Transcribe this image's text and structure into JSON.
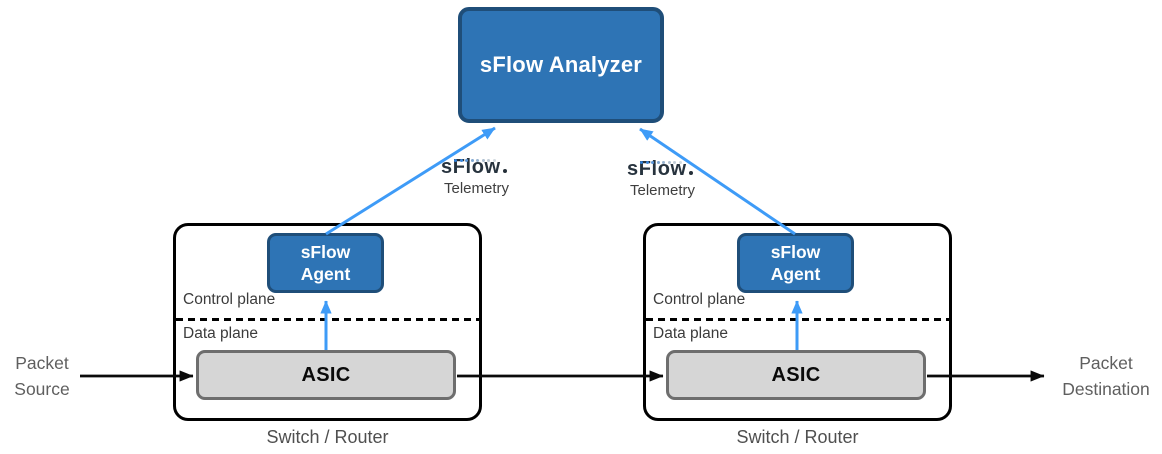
{
  "analyzer": {
    "label": "sFlow Analyzer"
  },
  "telemetry": {
    "logo_text": "sFlow",
    "label": "Telemetry",
    "logo_dot_colors": [
      "#2f7fd8",
      "#3c87da",
      "#5d97d8",
      "#7fa7d2",
      "#98b3cf",
      "#aebfd0",
      "#c0ccd6",
      "#d2dae0"
    ]
  },
  "switches": [
    {
      "agent_line1": "sFlow",
      "agent_line2": "Agent",
      "control_plane_label": "Control plane",
      "data_plane_label": "Data plane",
      "asic_label": "ASIC",
      "caption": "Switch / Router"
    },
    {
      "agent_line1": "sFlow",
      "agent_line2": "Agent",
      "control_plane_label": "Control plane",
      "data_plane_label": "Data plane",
      "asic_label": "ASIC",
      "caption": "Switch / Router"
    }
  ],
  "endpoints": {
    "source_line1": "Packet",
    "source_line2": "Source",
    "destination_line1": "Packet",
    "destination_line2": "Destination"
  },
  "colors": {
    "node_fill": "#2E74B5",
    "node_border": "#1F4E79",
    "telemetry_arrow_blue": "#3E9BF7",
    "asic_fill": "#D6D6D6",
    "asic_border": "#6E6E6E",
    "packet_arrow_black": "#0A0A0A"
  }
}
